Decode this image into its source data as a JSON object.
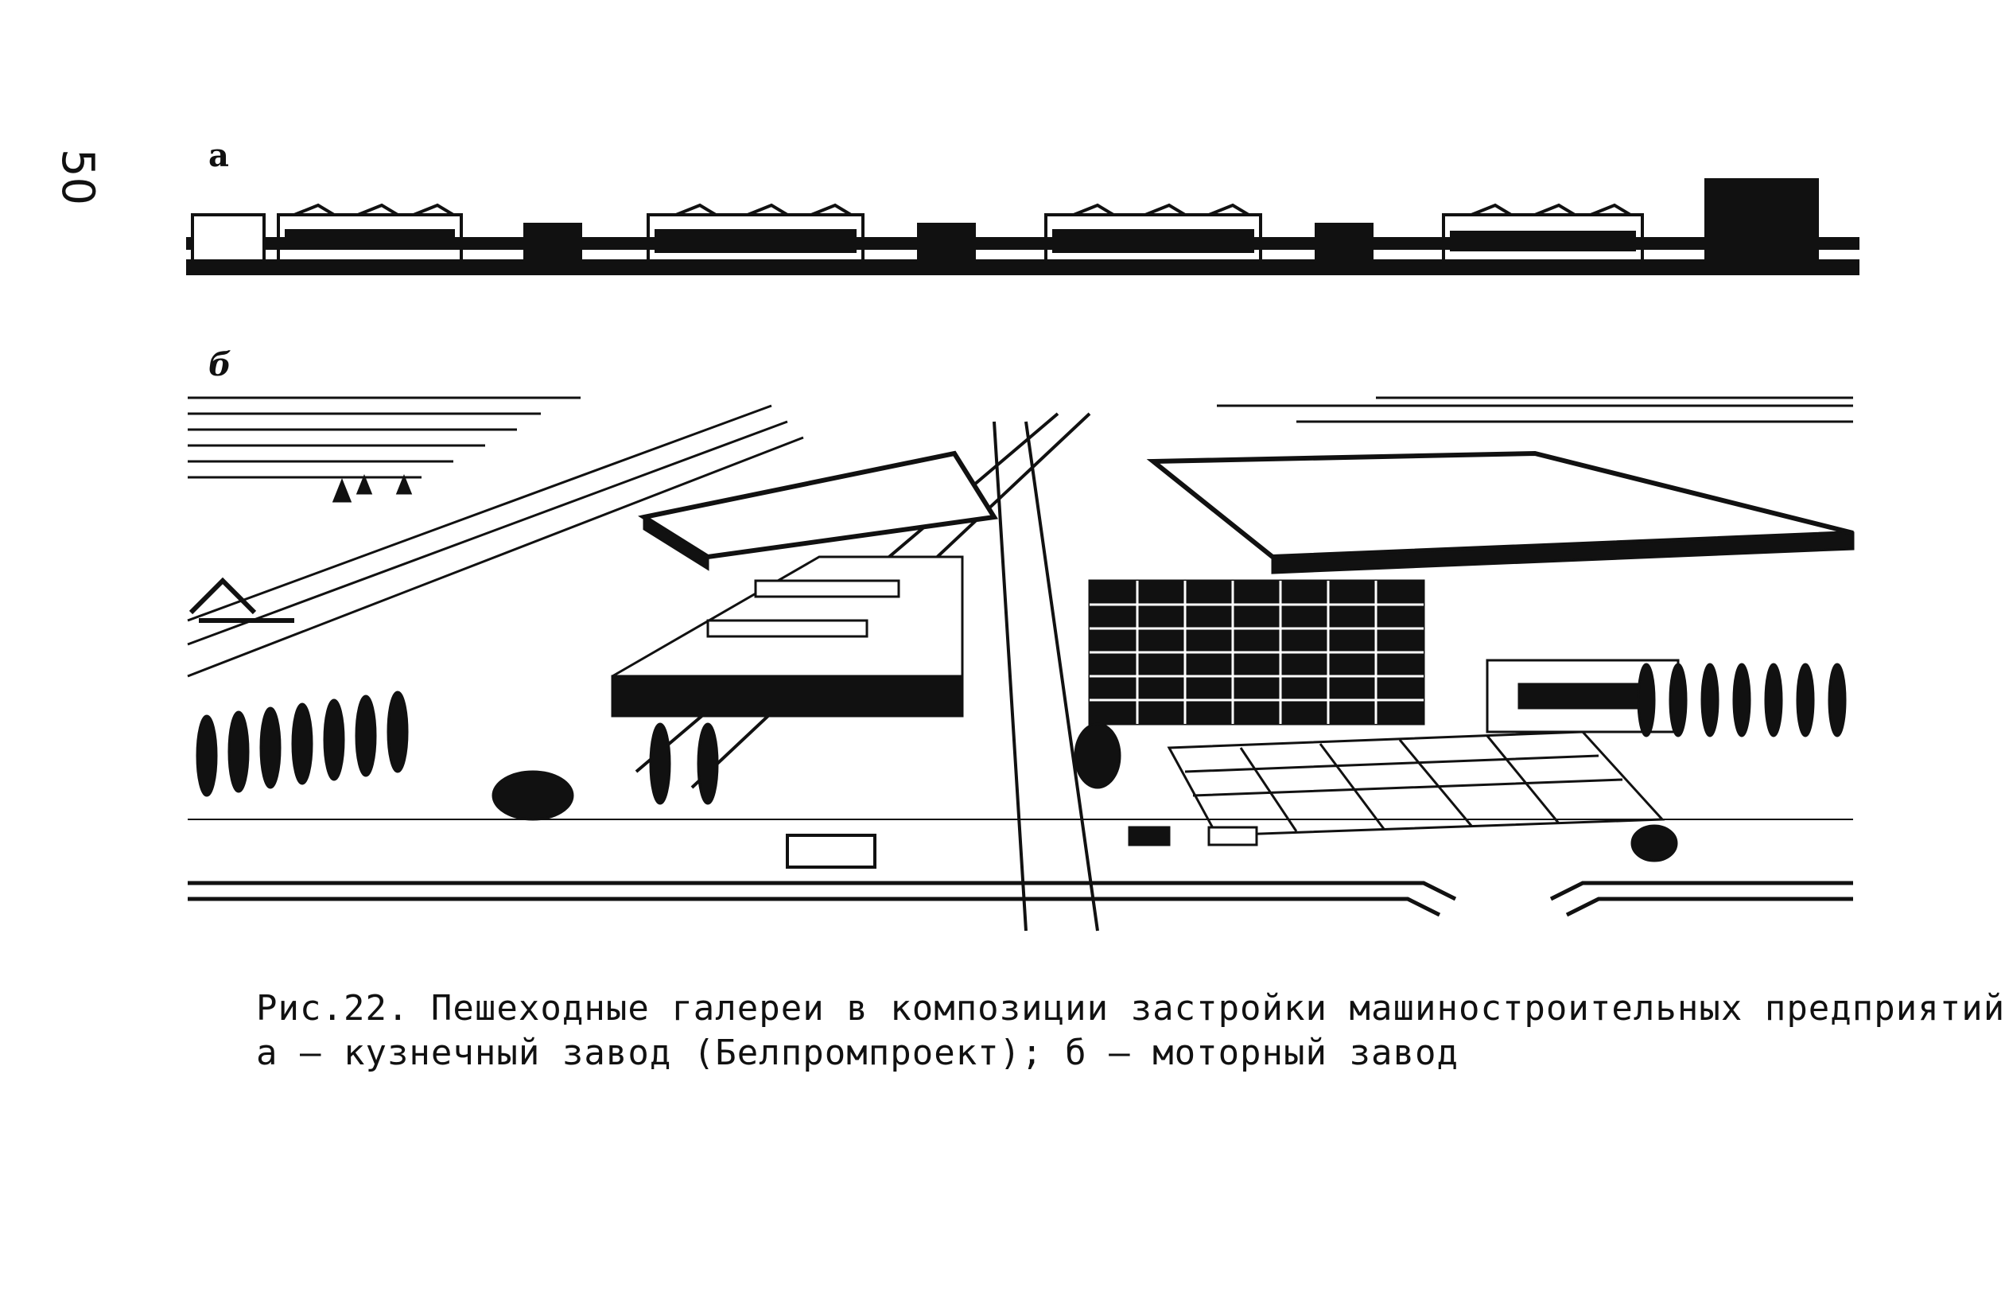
{
  "page_number": "50",
  "figure": {
    "panel_a_label": "а",
    "panel_b_label": "б",
    "caption_line1": "Рис.22. Пешеходные галереи в композиции застройки машиностроительных предприятий",
    "caption_line2": "а – кузнечный завод (Белпромпроект); б – моторный завод"
  },
  "colors": {
    "ink": "#111111",
    "paper": "#ffffff"
  }
}
